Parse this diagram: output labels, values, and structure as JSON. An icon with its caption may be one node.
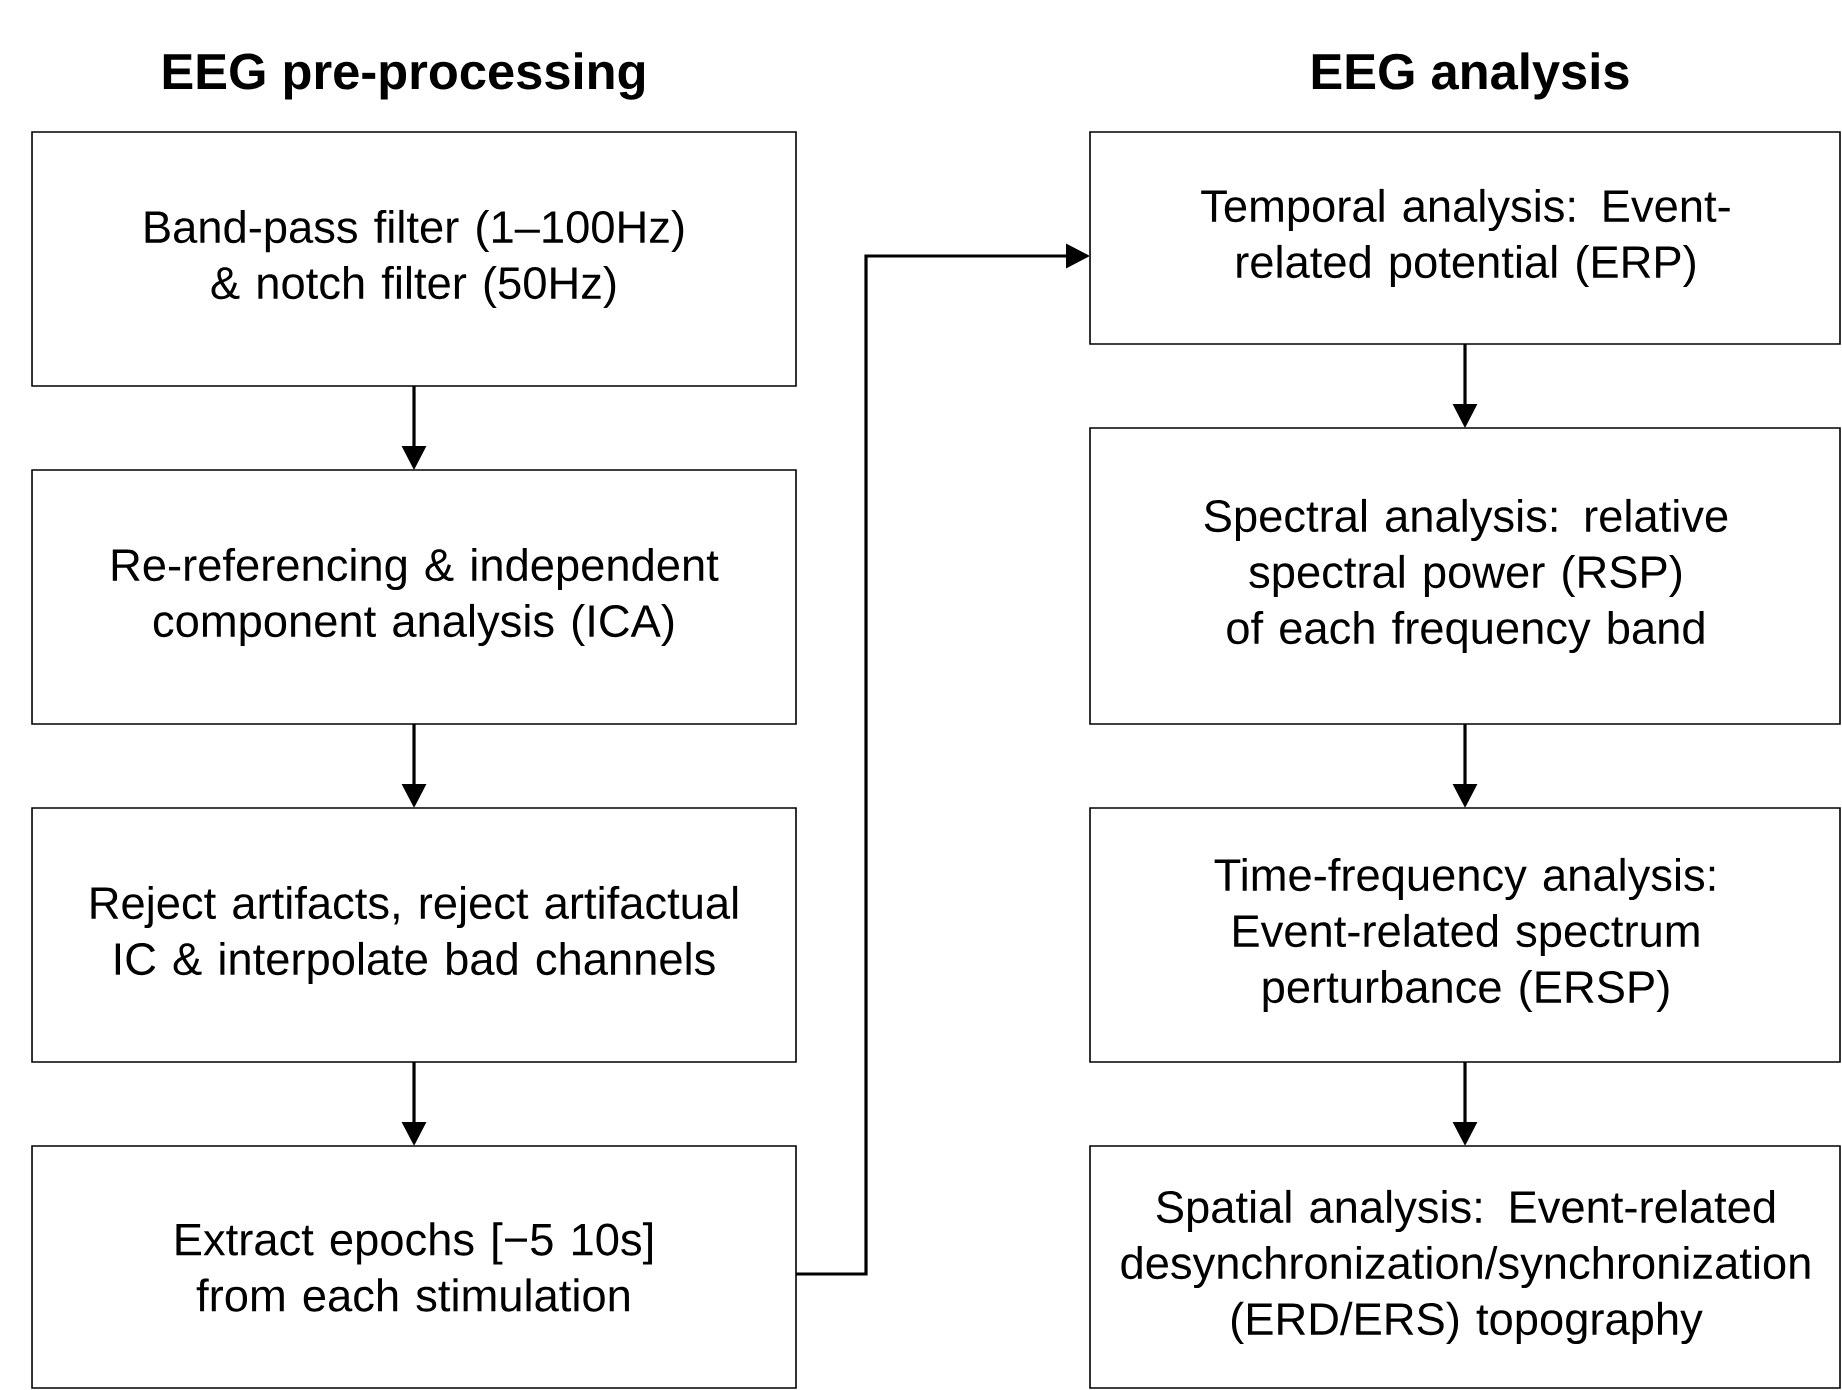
{
  "diagram": {
    "nodes": [
      {
        "text": [
          "Band-pass filter (1–100Hz) & notch filter (50Hz)"
        ]
      },
      {
        "text": [
          "Re-referencing & independent component analysis (ICA)"
        ]
      },
      {
        "text": [
          "Reject artifacts, reject artifactual IC & interpolate bad channels"
        ]
      },
      {
        "text": [
          "Extract epochs [−5 10s] from each stimulation"
        ]
      },
      {
        "text": [
          "Temporal analysis: Event-related potential (ERP)"
        ]
      },
      {
        "text": [
          "Spectral analysis: relative spectral power (RSP) of each frequency band"
        ]
      },
      {
        "text": [
          "Time-frequency analysis: Event-related spectrum perturbance (ERSP)"
        ]
      },
      {
        "text": [
          "Spatial analysis: Event-related desynchronization/synchronization (ERD/ERS) topography"
        ]
      }
    ],
    "edges": [
      {
        "from": 0,
        "to": 1,
        "arrow": "to"
      },
      {
        "from": 1,
        "to": 2,
        "arrow": "to"
      },
      {
        "from": 2,
        "to": 3,
        "arrow": "to"
      },
      {
        "from": 3,
        "to": 4,
        "arrow": "to"
      },
      {
        "from": 4,
        "to": 5,
        "arrow": "to"
      },
      {
        "from": 5,
        "to": 6,
        "arrow": "to"
      },
      {
        "from": 6,
        "to": 7,
        "arrow": "to"
      }
    ],
    "labels": [
      "EEG pre-processing",
      "EEG analysis"
    ]
  }
}
